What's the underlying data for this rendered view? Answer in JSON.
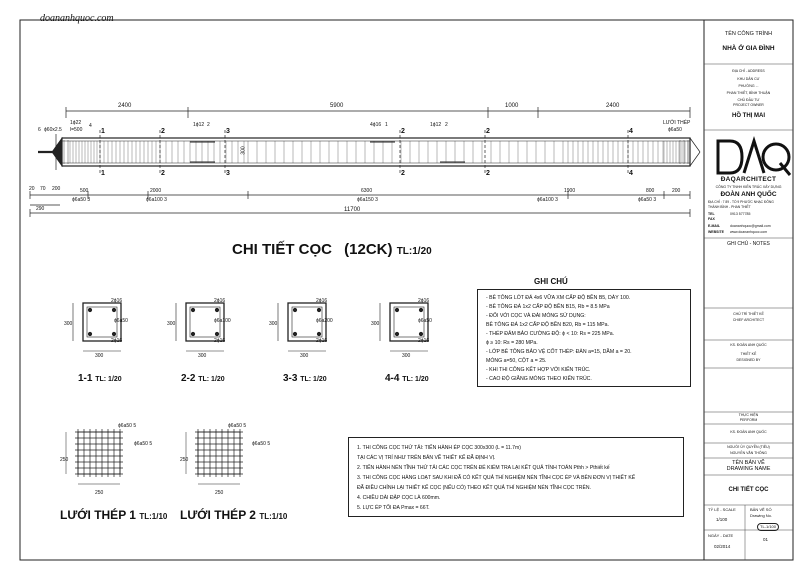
{
  "watermark": "doananhquoc.com",
  "main_title": "CHI TIẾT CỌC",
  "main_title_count": "(12CK)",
  "main_title_scale": "TL:1/20",
  "pile_elevation": {
    "top_dims": [
      "2400",
      "5900",
      "1000",
      "2400"
    ],
    "top_labels": {
      "head_bar": "1ϕ22",
      "head_len": "l=500",
      "head_mark": "4",
      "left_plate": "ϕ60x2.5",
      "left_plate_mark": "6",
      "mesh_label": "LƯỚI THÉP",
      "mesh_spec": "ϕ6a50",
      "rebar_a": "1ϕ12",
      "rebar_a_mark": "2",
      "rebar_b": "4ϕ16",
      "rebar_b_mark": "1",
      "rebar_c": "1ϕ12",
      "rebar_c_mark": "2"
    },
    "section_marks_top": [
      "1",
      "2",
      "3",
      "2",
      "2",
      "4"
    ],
    "section_marks_bottom": [
      "1",
      "2",
      "3",
      "2",
      "2",
      "4"
    ],
    "section_suffix": "I",
    "height_dim": "300",
    "left_dims": [
      "20",
      "70",
      "200"
    ],
    "bottom_dims": [
      "500",
      "2000",
      "6300",
      "1900",
      "800",
      "200"
    ],
    "bottom_left": "290",
    "stirrups": [
      "ϕ6a50",
      "ϕ6a100",
      "ϕ6a150",
      "ϕ6a100",
      "ϕ6a50"
    ],
    "stirrup_mark": "3",
    "total": "11700"
  },
  "sections": [
    {
      "name": "1-1",
      "scale": "TL: 1/20",
      "top": "2ϕ16",
      "mid": "ϕ6a50",
      "bot": "2ϕ16",
      "dim_w": "300",
      "dim_h": "300"
    },
    {
      "name": "2-2",
      "scale": "TL: 1/20",
      "top": "2ϕ16",
      "mid": "ϕ6a100",
      "bot": "2ϕ16",
      "dim_w": "300",
      "dim_h": "300"
    },
    {
      "name": "3-3",
      "scale": "TL: 1/20",
      "top": "2ϕ16",
      "mid": "ϕ6a200",
      "bot": "2ϕ16",
      "dim_w": "300",
      "dim_h": "300"
    },
    {
      "name": "4-4",
      "scale": "TL: 1/20",
      "top": "2ϕ16",
      "mid": "ϕ6a50",
      "bot": "2ϕ16",
      "dim_w": "300",
      "dim_h": "300"
    }
  ],
  "section_marks": {
    "top": "1",
    "mid": "3",
    "bot": "1"
  },
  "meshes": [
    {
      "name": "LƯỚI THÉP 1",
      "scale": "TL:1/10",
      "spec1": "ϕ6a50",
      "mark1": "5",
      "spec2": "ϕ6a50",
      "mark2": "5",
      "dim_w": "250",
      "dim_h": "250"
    },
    {
      "name": "LƯỚI THÉP 2",
      "scale": "TL:1/10",
      "spec1": "ϕ6a50",
      "mark1": "5",
      "spec2": "ϕ6a50",
      "mark2": "5",
      "dim_w": "250",
      "dim_h": "250"
    }
  ],
  "notes": {
    "title": "GHI CHÚ",
    "lines": [
      "- BÊ TÔNG LÓT ĐÁ 4x6 VỮA XM CẤP ĐỘ BỀN B5, DÀY 100.",
      "- BÊ TÔNG ĐÁ 1x2 CẤP ĐỘ BỀN B15, Rb = 8.5 MPa",
      "- ĐỐI VỚI CỌC VÀ ĐÀI MÓNG SỬ DỤNG:",
      "  BÊ TÔNG ĐÁ 1x2 CẤP ĐỘ BỀN B20, Rb = 115 MPa.",
      "- THÉP ĐẢM BẢO CƯỜNG ĐỘ: ϕ < 10: Rs = 225 MPa.",
      "                                           ϕ ≥ 10: Rs = 280 MPa.",
      "- LỚP BÊ TÔNG BẢO VỆ CỐT THÉP: ĐÀN a=15, DẦM a = 20.",
      "                                         MÓNG a=50, CỘT a = 25.",
      "- KHI THI CÔNG KẾT HỢP VỚI KIẾN TRÚC.",
      "- CAO ĐỘ GIẰNG MÓNG THEO KIẾN TRÚC."
    ]
  },
  "notes2": {
    "lines": [
      "1. THI CÔNG CỌC THỬ TẢI: TIẾN HÀNH ÉP CỌC 300x300 (L = 11.7m)",
      "   TẠI CÁC VỊ TRÍ NHƯ TRÊN BẢN VẼ THIẾT KẾ ĐÃ ĐỊNH VỊ.",
      "2. TIẾN HÀNH NÉN TĨNH THỬ TẢI CÁC CỌC TRÊN ĐỂ KIỂM TRA LẠI KẾT QUẢ TÍNH TOÁN Pthh > Pthiết kế",
      "3. THI CÔNG CỌC HÀNG LOẠT SAU KHI ĐÃ CÓ KẾT QUẢ THÍ NGHIỆM NÉN TĨNH CỌC ÉP VÀ BÊN ĐƠN VỊ THIẾT KẾ",
      "   ĐÃ ĐIỀU CHỈNH LẠI THIẾT KẾ CỌC (NẾU CÓ) THEO KẾT QUẢ THÍ NGHIỆM NÉN TĨNH CỌC TRÊN.",
      "4. CHIỀU DÀI ĐẬP CỌC LÀ 600mm.",
      "5. LỰC ÉP TỐI ĐA Pmax = 66T."
    ]
  },
  "titleblock": {
    "project_label": "TÊN CÔNG TRÌNH",
    "project_name": "NHÀ Ở GIA ĐÌNH",
    "address_label": "ĐỊA CHỈ - ADDRESS",
    "address_1": "KHU DÂN CƯ",
    "address_2": "PHƯỜNG ...",
    "address_3": "PHAN THIẾT, BÌNH THUẬN",
    "owner_label": "CHỦ ĐẦU TƯ",
    "owner_label2": "PROJECT OWNER",
    "owner_name": "HỒ THỊ MAI",
    "logo_text": "ĐAQ",
    "company_en": "ĐAQARCHITECT",
    "company_vn": "CÔNG TY TNHH KIẾN TRÚC XÂY DỰNG",
    "company_person": "ĐOÀN ANH QUỐC",
    "company_addr": "ĐỊA CHỈ : 7 89 - TỔ 9 PHƯỚC NHẠC ĐÔNG",
    "company_addr2": "THÀNH BÌNH - PHAN THIẾT",
    "tel_label": "TEL",
    "tel": "0913 577785",
    "fax_label": "FAX",
    "email_label": "E-MAIL",
    "email": "doananhquoc@gmail.com",
    "website_label": "WEBSITE",
    "website": "www.doananhquoc.com",
    "notes_label": "GHI CHÚ - NOTES",
    "chief_label": "CHỦ TRÌ THIẾT KẾ",
    "chief_label2": "CHIEF ARCHITECT",
    "designer": "KS. ĐOÀN ANH QUỐC",
    "designer_label": "THIẾT KẾ",
    "designer_label2": "DESIGNED BY",
    "drafter_label": "THỰC HIỆN",
    "drafter_label2": "PERFORM",
    "drafter": "KS. ĐOÀN ANH QUỐC",
    "checker_label": "NGƯỜI ỦY QUYỀN (TIÊU)",
    "checker": "NGUYỄN VĂN THÔNG",
    "drawing_label": "TÊN BẢN VẼ",
    "drawing_label2": "DRAWING NAME",
    "drawing_name": "CHI TIẾT CỌC",
    "scale_label": "TỶ LỆ - SCALE",
    "scale": "1/100",
    "sheet_label": "BẢN VẼ SỐ",
    "sheet_label2": "Drawing No.",
    "sheet_code": "TL-1/100",
    "date_label": "NGÀY - DATE",
    "date": "02/2014",
    "sheet_no": "01"
  }
}
